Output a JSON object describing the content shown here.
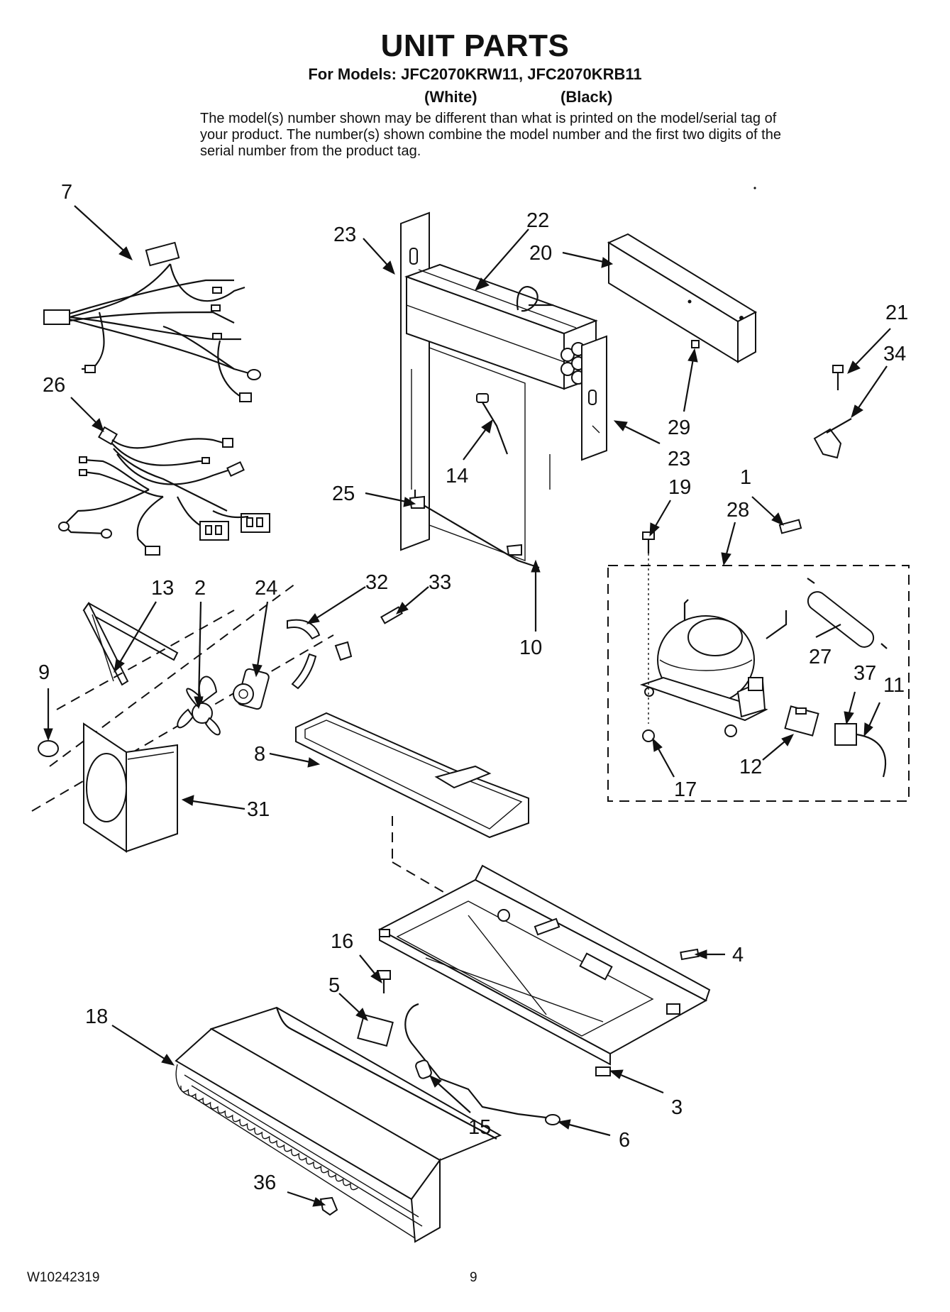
{
  "header": {
    "title": "UNIT PARTS",
    "models_line": "For Models: JFC2070KRW11, JFC2070KRB11",
    "variant_white": "(White)",
    "variant_black": "(Black)",
    "note": "The model(s) number shown may be different than what is printed on the model/serial tag of your product. The number(s) shown combine the model number and the first two digits of the serial number from the product tag."
  },
  "callouts": {
    "c1": "1",
    "c2": "2",
    "c3": "3",
    "c4": "4",
    "c5": "5",
    "c6": "6",
    "c7": "7",
    "c8": "8",
    "c9": "9",
    "c10": "10",
    "c11": "11",
    "c12": "12",
    "c13": "13",
    "c14": "14",
    "c15": "15",
    "c16": "16",
    "c17": "17",
    "c18": "18",
    "c19": "19",
    "c20": "20",
    "c21": "21",
    "c22": "22",
    "c23a": "23",
    "c23b": "23",
    "c24": "24",
    "c25": "25",
    "c26": "26",
    "c27": "27",
    "c28": "28",
    "c29": "29",
    "c31": "31",
    "c32": "32",
    "c33": "33",
    "c34": "34",
    "c36": "36",
    "c37": "37"
  },
  "footer": {
    "doc_number": "W10242319",
    "page": "9"
  }
}
